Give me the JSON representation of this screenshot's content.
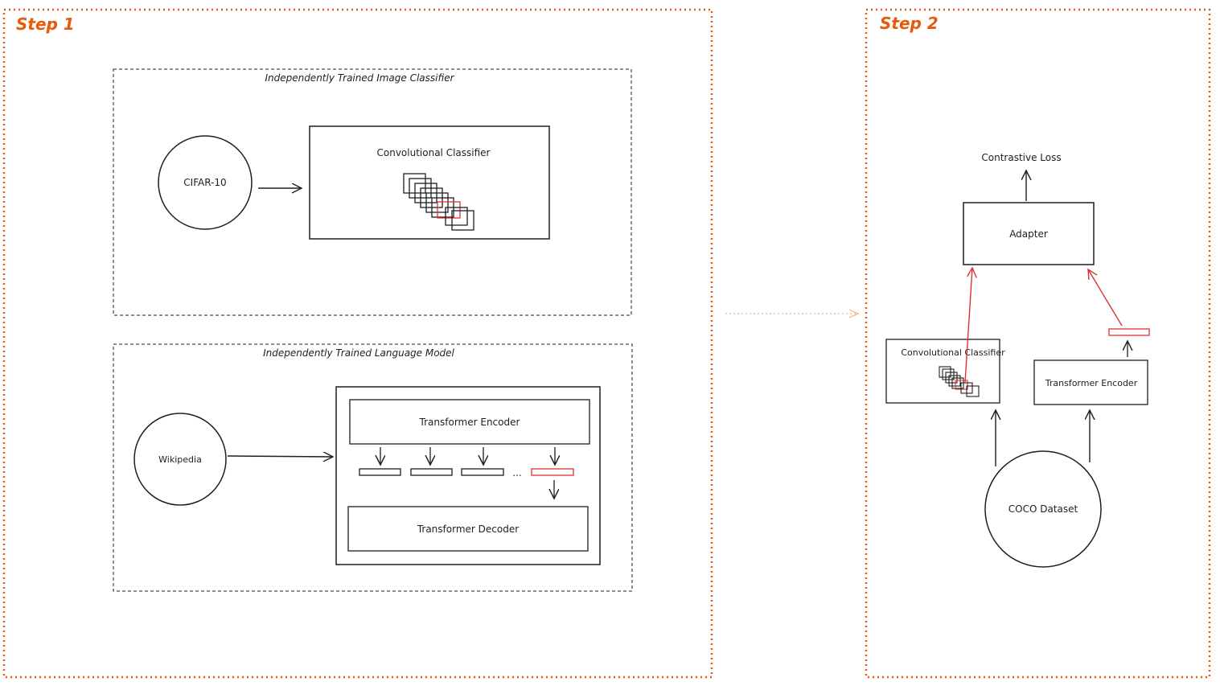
{
  "colors": {
    "accent": "#e8590c",
    "ink": "#1e1e1e",
    "highlight": "#e03131",
    "connector": "#f4b183"
  },
  "step1": {
    "title": "Step 1",
    "image_group": {
      "label": "Independently Trained Image Classifier",
      "dataset": "CIFAR-10",
      "model": "Convolutional Classifier"
    },
    "language_group": {
      "label": "Independently Trained Language Model",
      "dataset": "Wikipedia",
      "encoder": "Transformer Encoder",
      "ellipsis": "...",
      "decoder": "Transformer Decoder"
    }
  },
  "step2": {
    "title": "Step 2",
    "loss": "Contrastive Loss",
    "adapter": "Adapter",
    "image_model": "Convolutional Classifier",
    "text_model": "Transformer Encoder",
    "dataset": "COCO Dataset"
  }
}
